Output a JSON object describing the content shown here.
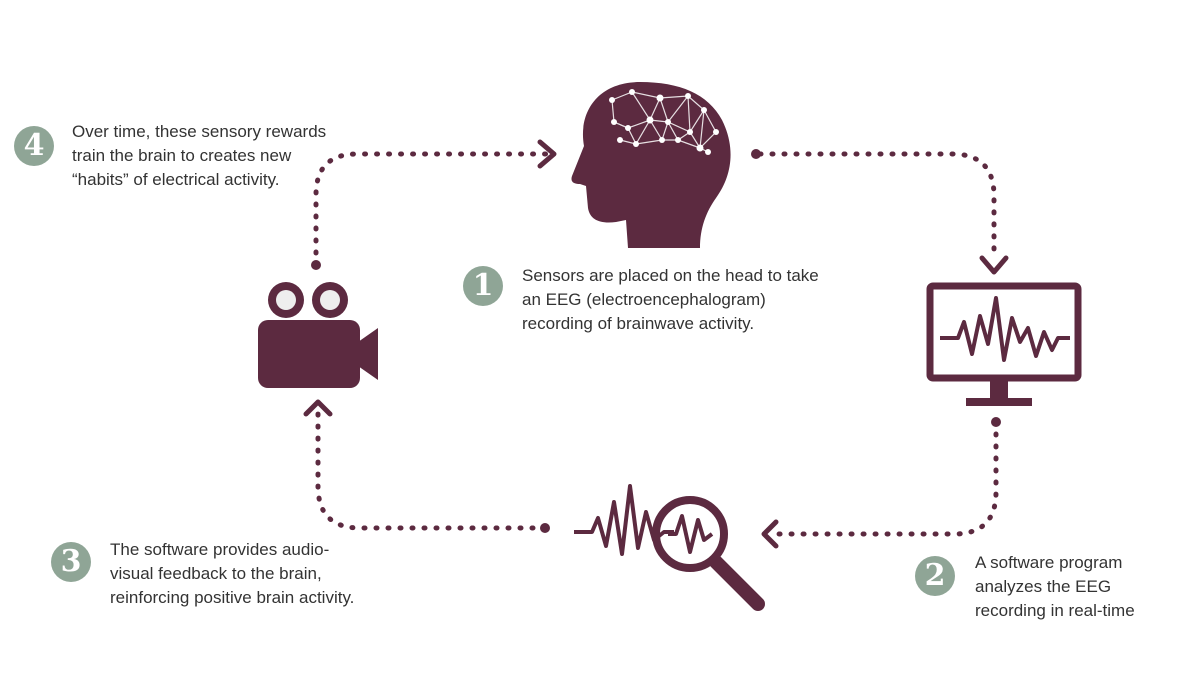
{
  "colors": {
    "accent": "#5c2a40",
    "badge": "#8fa596",
    "text": "#333333",
    "background": "#ffffff"
  },
  "icons": [
    "head-with-neural-network-icon",
    "monitor-waveform-icon",
    "magnifier-waveform-icon",
    "movie-camera-icon"
  ],
  "steps": [
    {
      "number": "1",
      "text": "Sensors are placed on the head to take\nan EEG (electroencephalogram)\nrecording of brainwave activity."
    },
    {
      "number": "2",
      "text": "A software program\nanalyzes the EEG\nrecording in real-time"
    },
    {
      "number": "3",
      "text": "The software provides audio-\nvisual feedback to the brain,\nreinforcing positive brain activity."
    },
    {
      "number": "4",
      "text": "Over time, these sensory rewards\ntrain the brain to creates new\n“habits” of electrical activity."
    }
  ]
}
